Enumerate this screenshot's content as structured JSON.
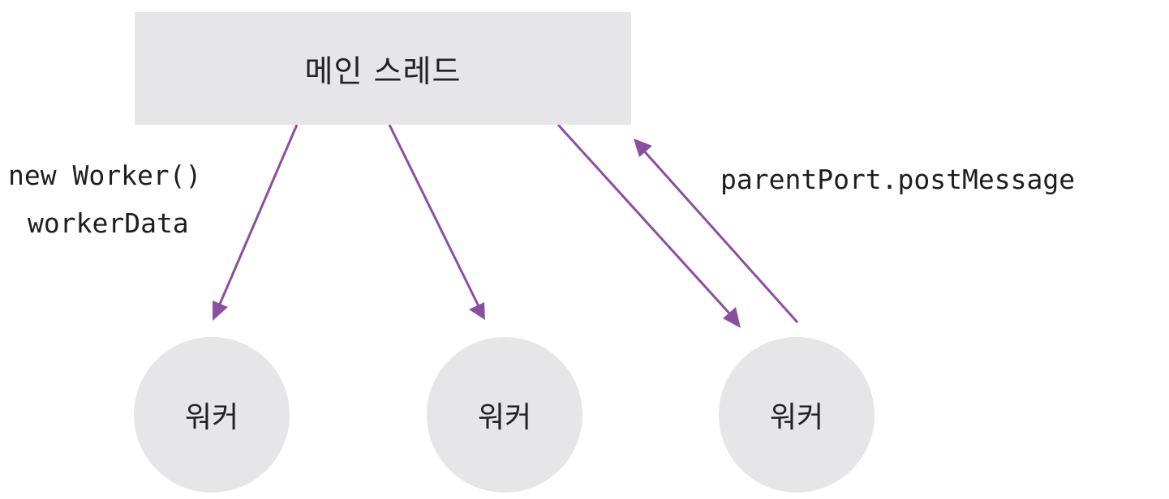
{
  "main_thread": {
    "label": "메인 스레드"
  },
  "workers": [
    {
      "label": "워커"
    },
    {
      "label": "워커"
    },
    {
      "label": "워커"
    }
  ],
  "edge_labels": {
    "create": "new Worker()",
    "data": "workerData",
    "message": "parentPort.postMessage"
  },
  "colors": {
    "arrow": "#8a4fa0",
    "box_fill": "#e6e6e8"
  }
}
